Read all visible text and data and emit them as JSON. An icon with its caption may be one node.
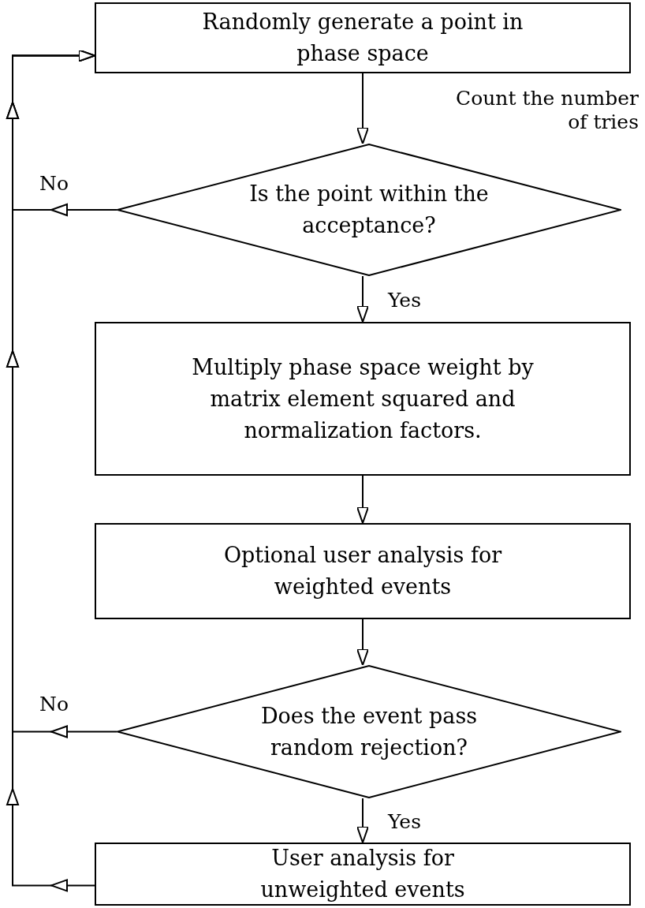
{
  "diagram": {
    "nodes": [
      {
        "text": [
          "Randomly generate a point in phase space"
        ]
      },
      {
        "text": [
          "Is the point within the acceptance?"
        ]
      },
      {
        "text": [
          "Multiply phase space weight by matrix element squared and normalization factors."
        ]
      },
      {
        "text": [
          "Optional user analysis for weighted events"
        ]
      },
      {
        "text": [
          "Does the event pass random rejection?"
        ]
      },
      {
        "text": [
          "User analysis for unweighted events"
        ]
      }
    ],
    "edges": [
      {
        "from": 0,
        "to": 1,
        "arrow": "to",
        "label": "Count the number of tries"
      },
      {
        "from": 1,
        "to": 2,
        "arrow": "to",
        "label": "Yes"
      },
      {
        "from": 2,
        "to": 3,
        "arrow": "to"
      },
      {
        "from": 3,
        "to": 4,
        "arrow": "to"
      },
      {
        "from": 4,
        "to": 5,
        "arrow": "to",
        "label": "Yes"
      },
      {
        "from": 1,
        "to": 0,
        "arrow": "to",
        "label": "No"
      },
      {
        "from": 4,
        "to": 0,
        "arrow": "to",
        "label": "No"
      },
      {
        "from": 5,
        "to": 0,
        "arrow": "to"
      }
    ]
  }
}
